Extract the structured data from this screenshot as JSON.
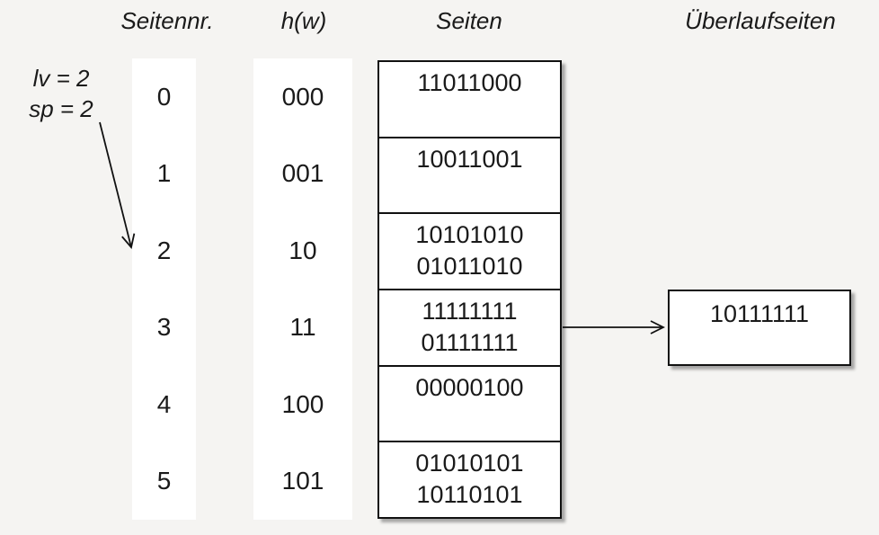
{
  "headers": {
    "page_number": "Seitennr.",
    "hash": "h(w)",
    "pages": "Seiten",
    "overflow_pages": "Überlaufseiten"
  },
  "annotation": {
    "line1": "lv = 2",
    "line2": "sp = 2"
  },
  "table": {
    "rows": [
      {
        "nr": "0",
        "hash": "000",
        "entries": [
          "11011000"
        ]
      },
      {
        "nr": "1",
        "hash": "001",
        "entries": [
          "10011001"
        ]
      },
      {
        "nr": "2",
        "hash": "10",
        "entries": [
          "10101010",
          "01011010"
        ]
      },
      {
        "nr": "3",
        "hash": "11",
        "entries": [
          "11111111",
          "01111111"
        ]
      },
      {
        "nr": "4",
        "hash": "100",
        "entries": [
          "00000100"
        ]
      },
      {
        "nr": "5",
        "hash": "101",
        "entries": [
          "01010101",
          "10110101"
        ]
      }
    ]
  },
  "overflow": {
    "entries": [
      "10111111"
    ],
    "source_page_nr": "3"
  },
  "colors": {
    "background": "#f5f4f2",
    "panel": "#ffffff",
    "line": "#111111",
    "text": "#1a1a1a"
  }
}
